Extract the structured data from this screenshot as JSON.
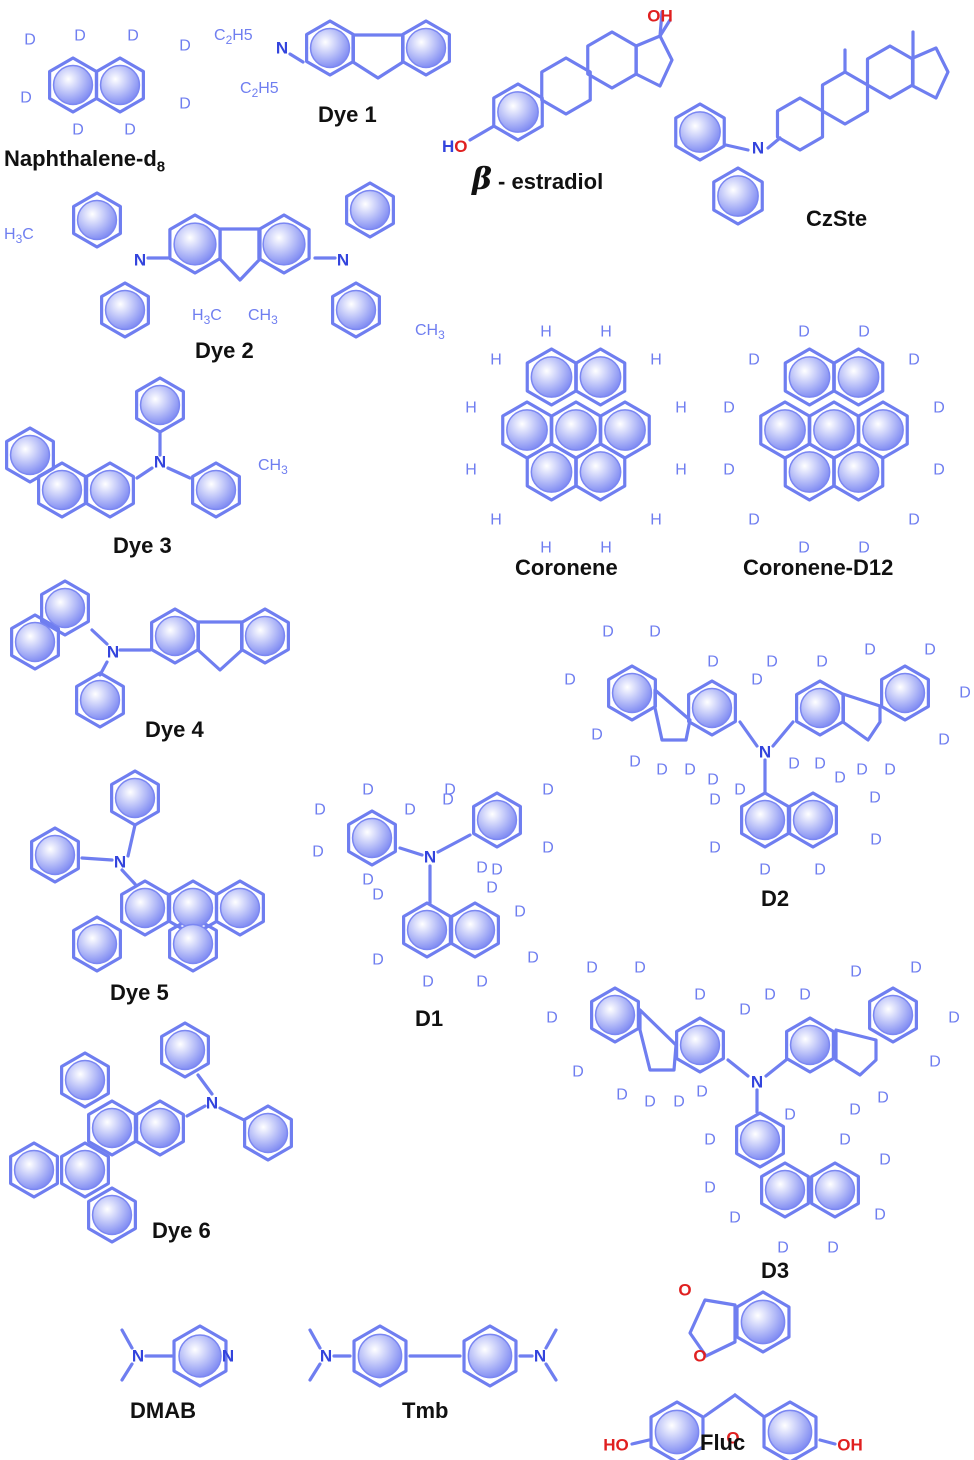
{
  "labels": {
    "naphthalene": {
      "main": "Naphthalene-d",
      "sub": "8"
    },
    "dye1": "Dye 1",
    "estradiol": {
      "greek": "β",
      "dash": " - ",
      "rest": "estradiol"
    },
    "czste": "CzSte",
    "dye2": "Dye 2",
    "dye3": "Dye 3",
    "coronene": "Coronene",
    "coronene_d12": "Coronene-D12",
    "dye4": "Dye 4",
    "d2": "D2",
    "d1": "D1",
    "dye5": "Dye 5",
    "d3": "D3",
    "dye6": "Dye 6",
    "dmab": "DMAB",
    "tmb": "Tmb",
    "fluc": "Fluc"
  },
  "atoms": {
    "deuterium": "D",
    "hydrogen": "H",
    "nitrogen": "N",
    "oxygen": "O",
    "hydroxyl": "OH",
    "hydroxyl_left": "HO",
    "methyl": "CH3",
    "methyl_left": "H3C",
    "ethyl": "C2H5"
  },
  "colors": {
    "bond": "#6f7ef0",
    "nitrogen": "#3344dd",
    "oxygen": "#e02020",
    "ring_fill_light": "#ffffff",
    "ring_fill_dark": "#7b87f2",
    "label_text": "#111111"
  }
}
